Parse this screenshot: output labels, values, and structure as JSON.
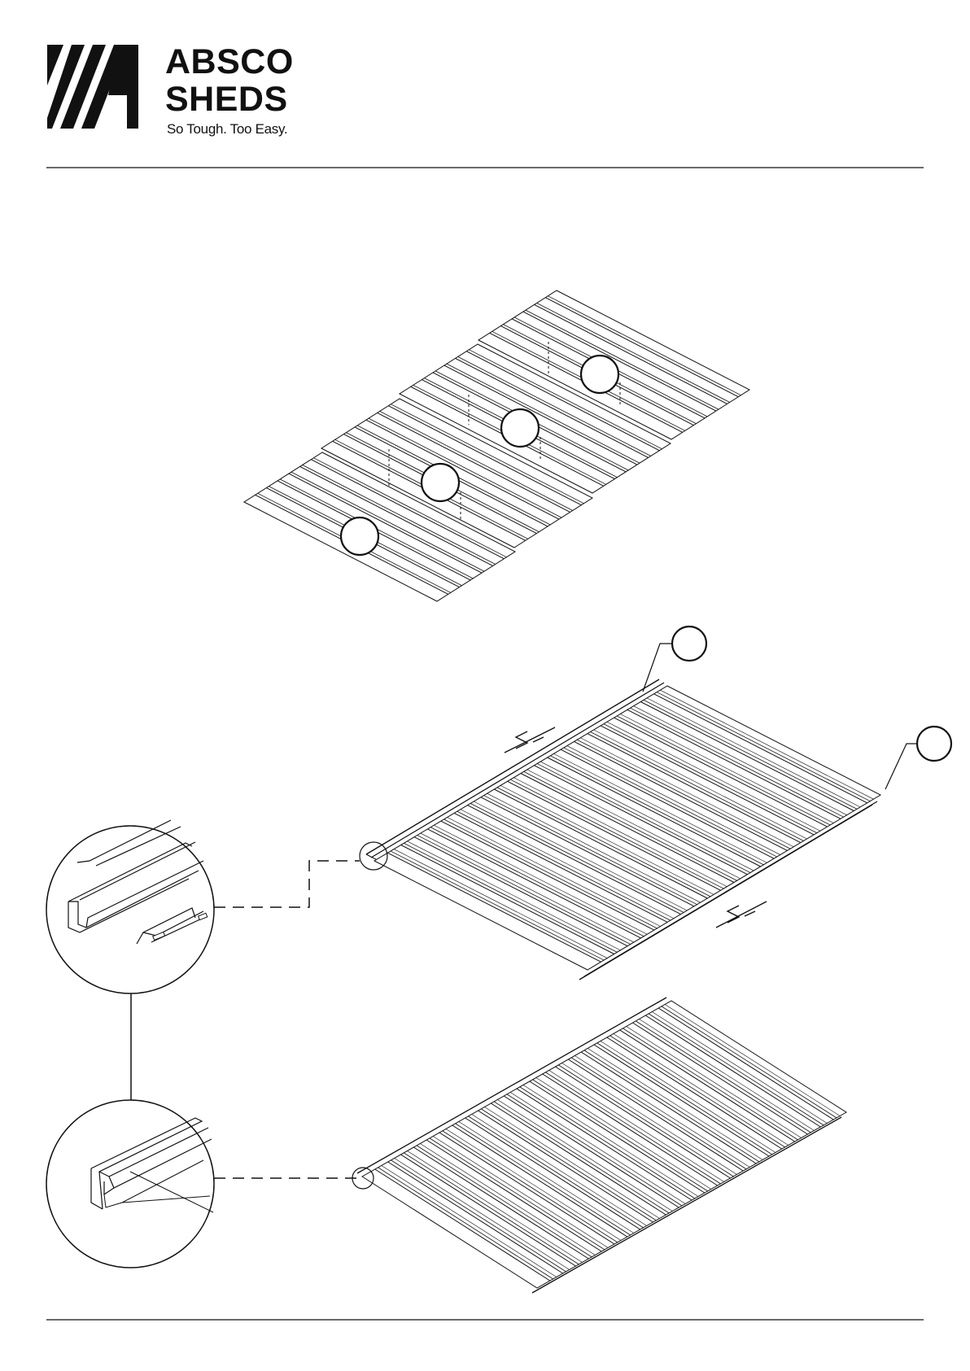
{
  "brand": {
    "name_line1": "ABSCO",
    "name_line2": "SHEDS",
    "tagline": "So Tough. Too Easy."
  },
  "colors": {
    "ink": "#111111",
    "paper": "#ffffff"
  },
  "figure": {
    "steps": [
      {
        "id": "overlap-panels",
        "panel_count": 4,
        "callout_count": 4
      },
      {
        "id": "fit-edge-channels",
        "callout_count": 2
      },
      {
        "id": "assembled-panel"
      }
    ],
    "icons": [
      "break-symbol-icon",
      "detail-magnifier-icon"
    ]
  }
}
